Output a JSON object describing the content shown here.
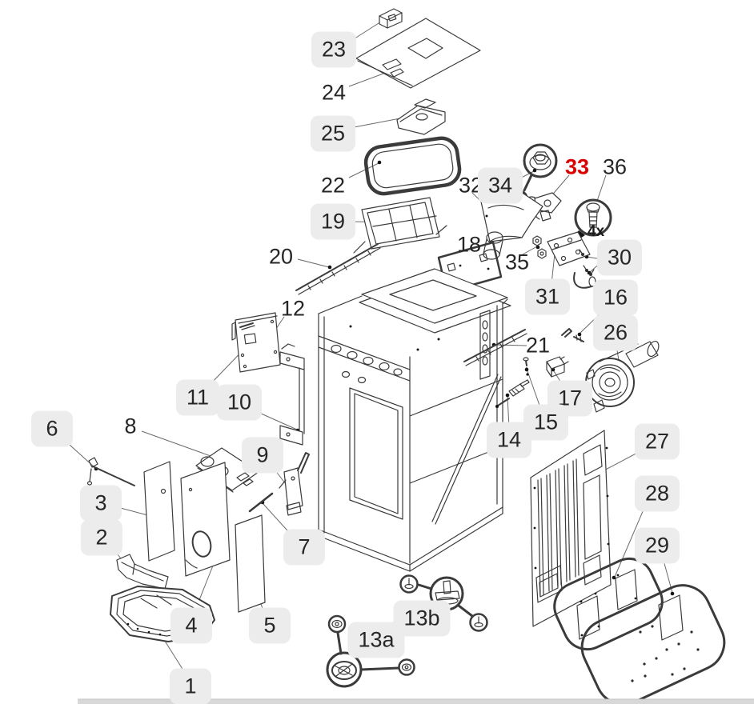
{
  "diagram": {
    "kind": "exploded-parts-diagram",
    "colors": {
      "background": "#ffffff",
      "label_background": "#ececec",
      "label_text": "#262626",
      "highlight_label_text": "#d90000",
      "line_art": "#3b3b3b",
      "footer_bar": "#d8d8d8"
    }
  },
  "annotations": {
    "quantity_marker": "4x"
  },
  "labels": {
    "1": {
      "text": "1"
    },
    "2": {
      "text": "2"
    },
    "3": {
      "text": "3"
    },
    "4": {
      "text": "4"
    },
    "5": {
      "text": "5"
    },
    "6": {
      "text": "6"
    },
    "7": {
      "text": "7"
    },
    "8": {
      "text": "8"
    },
    "9": {
      "text": "9"
    },
    "10": {
      "text": "10"
    },
    "11": {
      "text": "11"
    },
    "12": {
      "text": "12"
    },
    "13a": {
      "text": "13a"
    },
    "13b": {
      "text": "13b"
    },
    "14": {
      "text": "14"
    },
    "15": {
      "text": "15"
    },
    "16": {
      "text": "16"
    },
    "17": {
      "text": "17"
    },
    "18": {
      "text": "18"
    },
    "19": {
      "text": "19"
    },
    "20": {
      "text": "20"
    },
    "21": {
      "text": "21"
    },
    "22": {
      "text": "22"
    },
    "23": {
      "text": "23"
    },
    "24": {
      "text": "24"
    },
    "25": {
      "text": "25"
    },
    "26": {
      "text": "26"
    },
    "27": {
      "text": "27"
    },
    "28": {
      "text": "28"
    },
    "29": {
      "text": "29"
    },
    "30": {
      "text": "30"
    },
    "31": {
      "text": "31"
    },
    "32": {
      "text": "32"
    },
    "33": {
      "text": "33"
    },
    "34": {
      "text": "34"
    },
    "35": {
      "text": "35"
    },
    "36": {
      "text": "36"
    }
  }
}
